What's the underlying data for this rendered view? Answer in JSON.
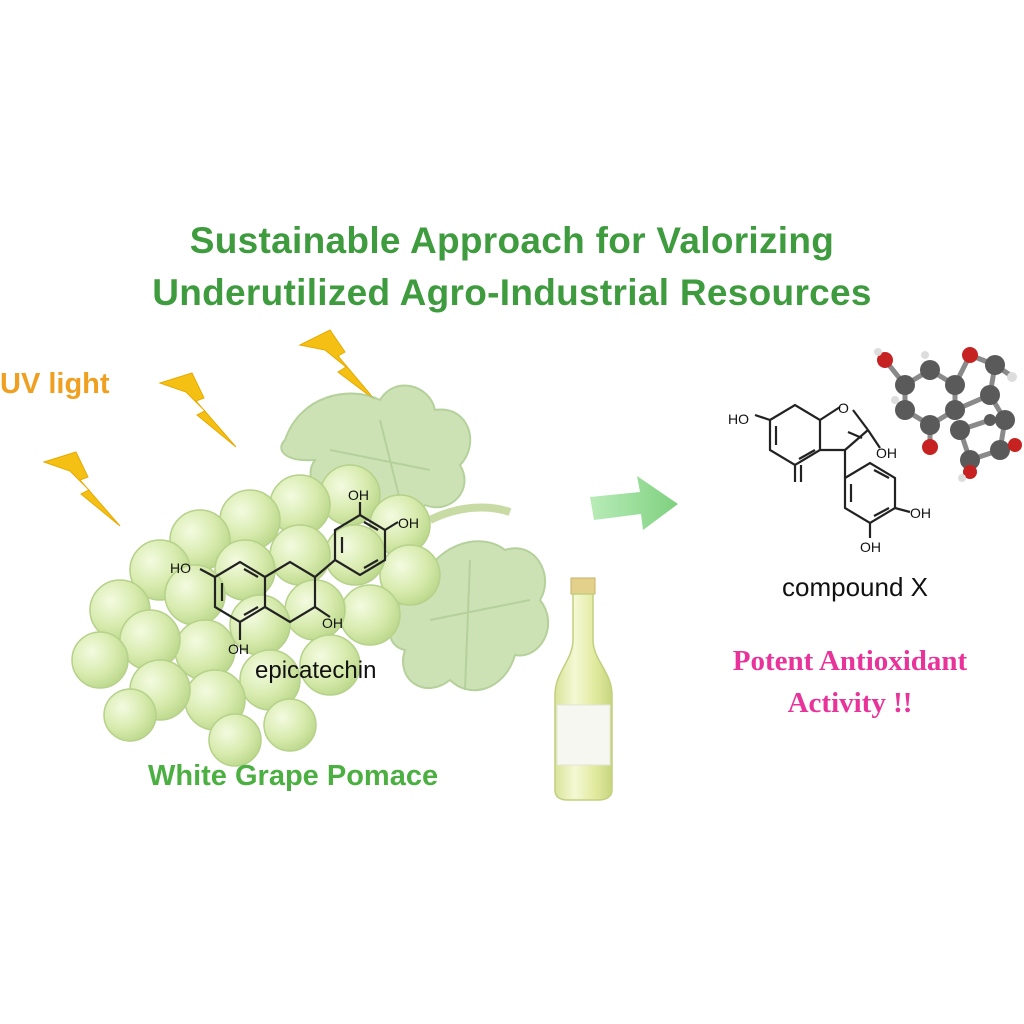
{
  "title": {
    "line1": "Sustainable  Approach  for Valorizing",
    "line2": "Underutilized  Agro-Industrial  Resources"
  },
  "uv_label": "UV light",
  "source_label": "White Grape Pomace",
  "reactant": {
    "name": "epicatechin",
    "groups": [
      "OH",
      "OH",
      "HO",
      "OH",
      "OH"
    ]
  },
  "product": {
    "name": "compound X",
    "groups": [
      "HO",
      "O",
      "OH",
      "OH",
      "OH"
    ]
  },
  "activity": {
    "line1": "Potent Antioxidant",
    "line2": "Activity !!"
  },
  "colors": {
    "title": "#3e9b3e",
    "uv": "#f0a020",
    "source": "#4caf42",
    "activity": "#e8339a",
    "lightning": "#f5c014",
    "arrow": "#8fd98f",
    "grape": "#d4e9a8",
    "leaf": "#bcd9a0"
  },
  "icons": [
    "lightning-bolt-icon",
    "grape-bunch-icon",
    "wine-bottle-icon",
    "reaction-arrow-icon",
    "ball-and-stick-molecule-icon"
  ]
}
